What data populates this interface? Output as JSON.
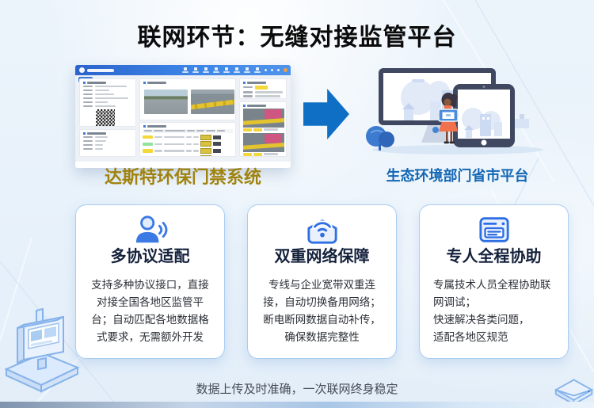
{
  "header": {
    "title": "联网环节：无缝对接监管平台"
  },
  "flow": {
    "source_caption": "达斯特环保门禁系统",
    "target_caption": "生态环境部门省市平台",
    "arrow_icon": "right-arrow-icon"
  },
  "cards": [
    {
      "icon": "user-signal-icon",
      "title": "多协议适配",
      "body": "支持多种协议接口，直接对接全国各地区监管平台；自动匹配各地数据格式要求，无需额外开发"
    },
    {
      "icon": "wifi-inbox-icon",
      "title": "双重网络保障",
      "body": "专线与企业宽带双重连接，自动切换备用网络；断电断网数据自动补传，确保数据完整性"
    },
    {
      "icon": "browser-window-icon",
      "title": "专人全程协助",
      "body": "专属技术人员全程协助联网调试；\n快速解决各类问题，\n适配各地区规范"
    }
  ],
  "footer": {
    "text": "数据上传及时准确，一次联网终身稳定"
  },
  "colors": {
    "arrow_blue": "#0f6fc5",
    "source_caption_gold": "#a0830e",
    "target_caption_blue": "#1467b4",
    "card_border": "#a9cdf2",
    "icon_blue": "#2f6fe4",
    "title_black": "#0b0b0b",
    "dashboard_header_blue": "#2a64cc"
  }
}
